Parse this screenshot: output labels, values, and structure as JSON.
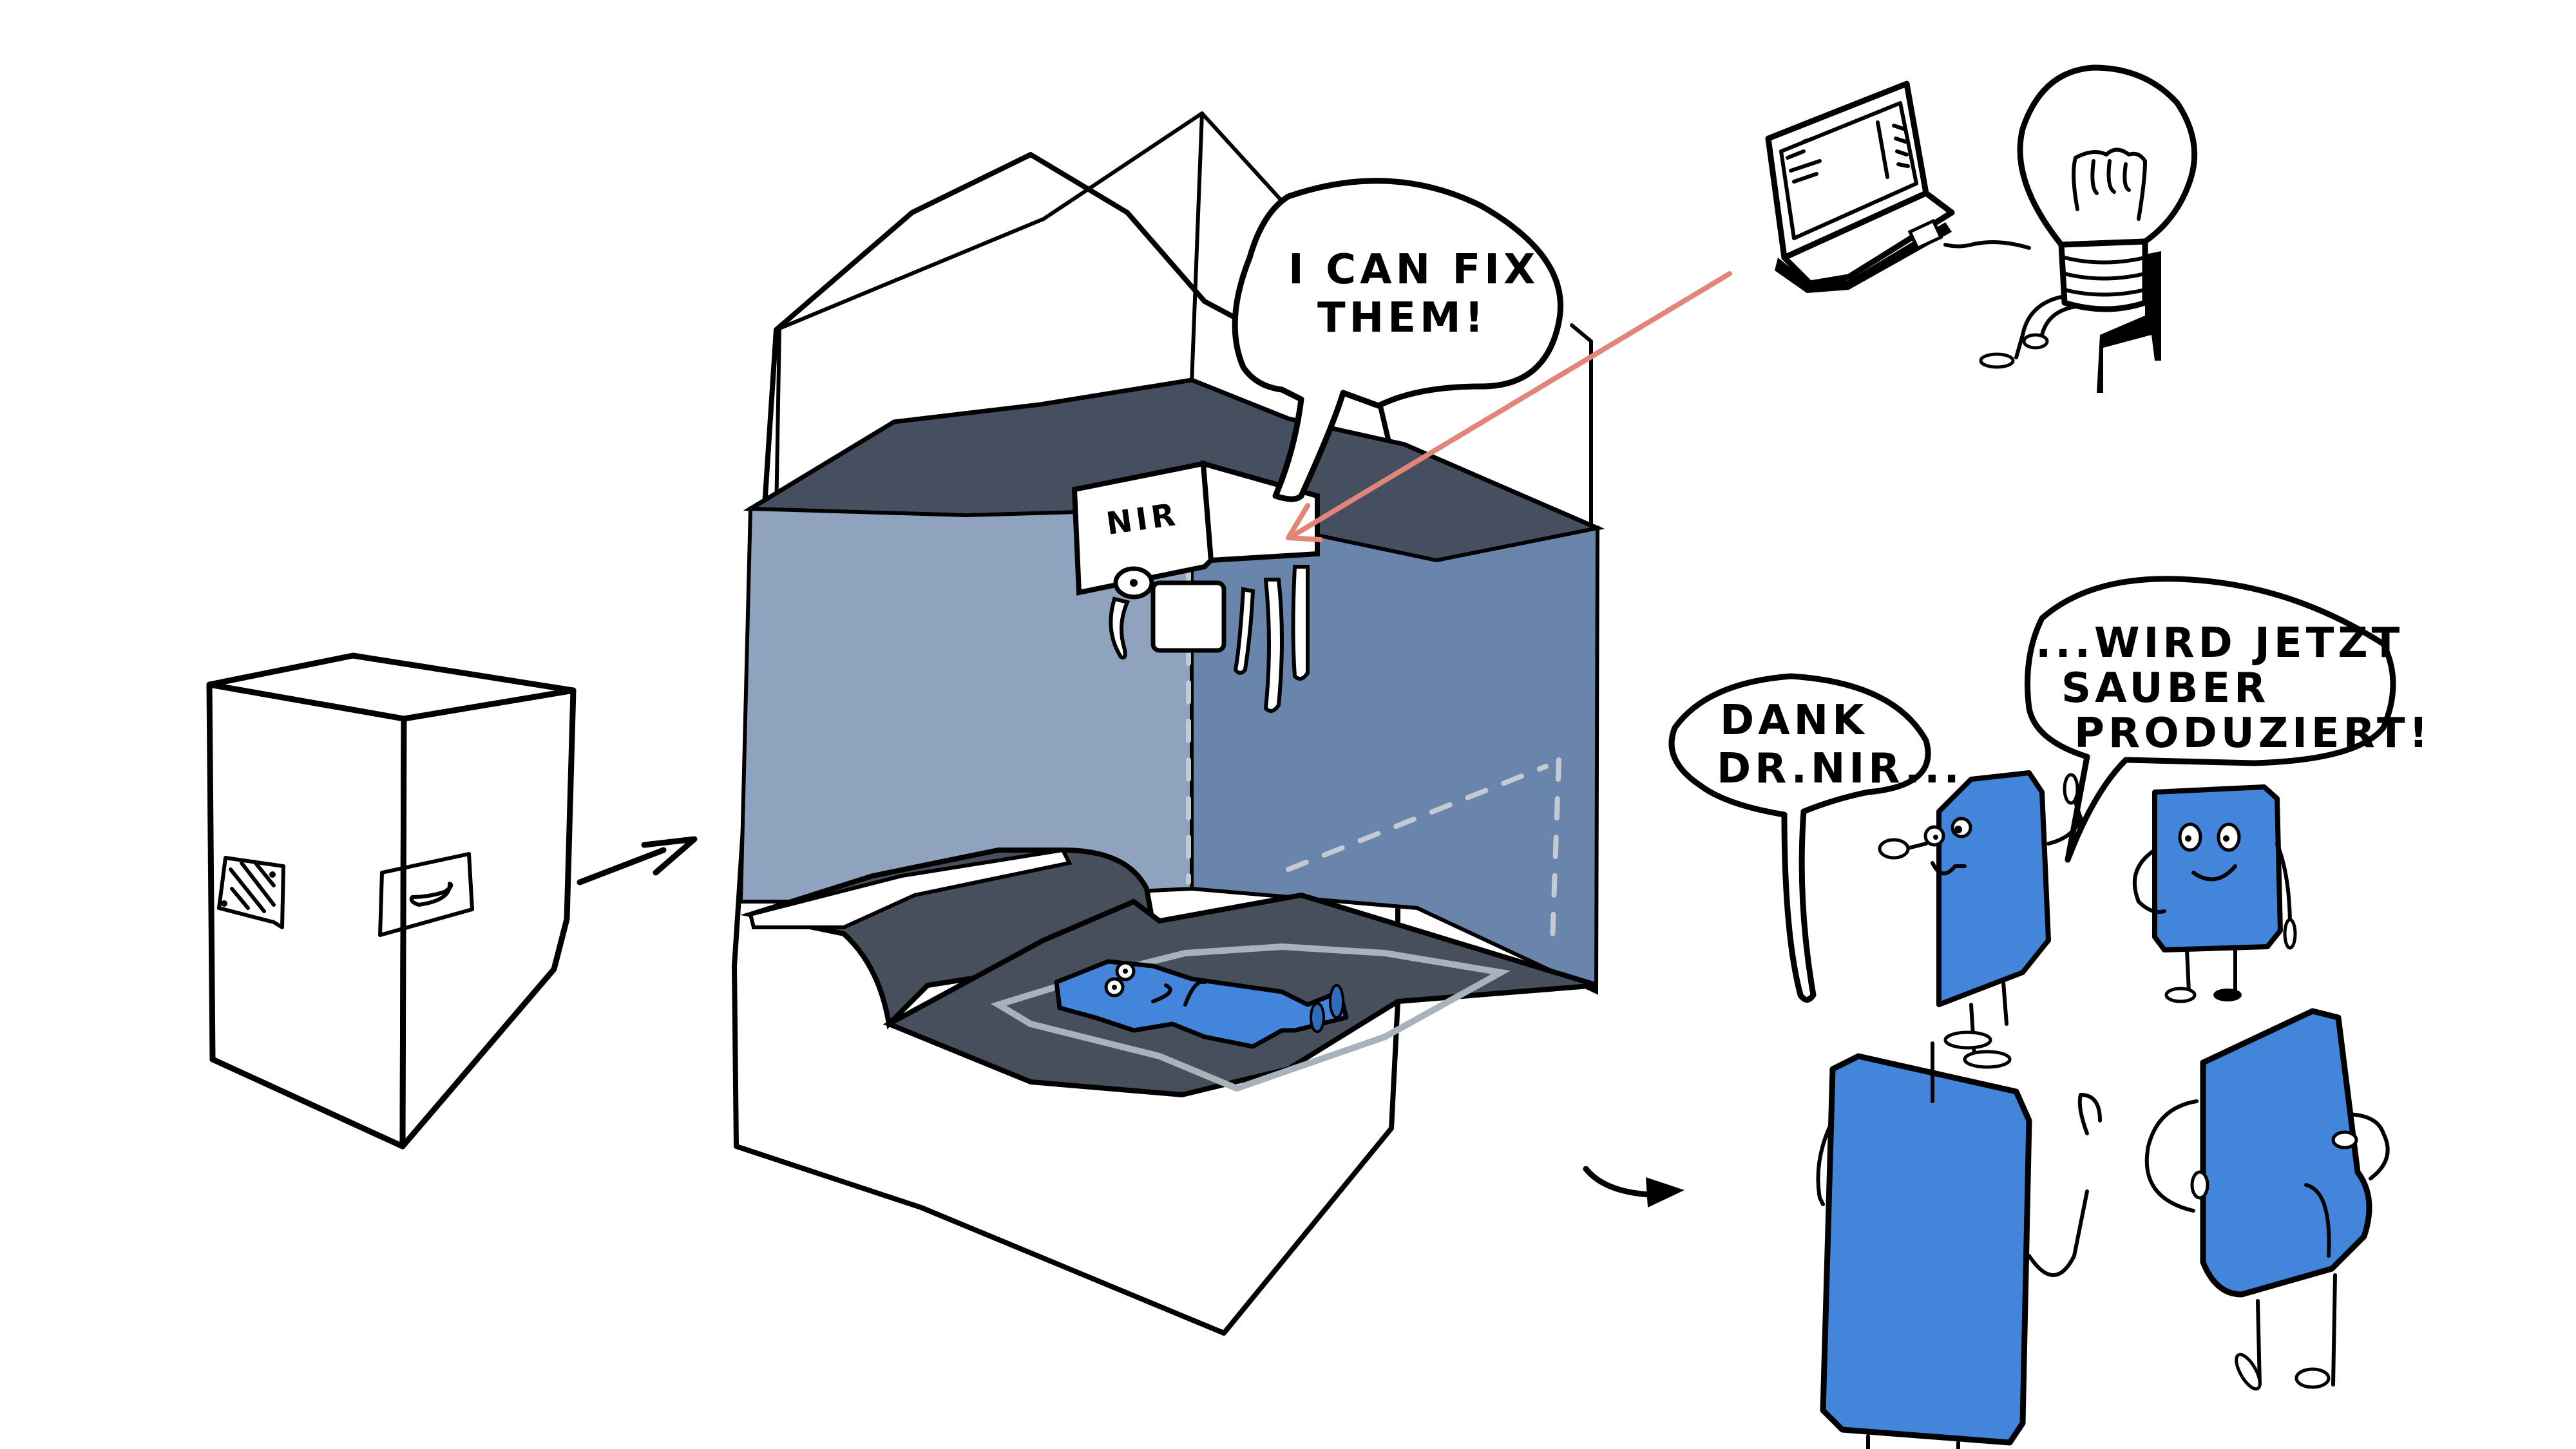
{
  "diagram": {
    "stages": [
      {
        "id": "raw-material-box",
        "description": "Plain box with vent grille and drawer (input)"
      },
      {
        "id": "production-machine",
        "description": "Open machine housing with NIR sensor above a conveyor"
      },
      {
        "id": "finished-parts",
        "description": "Happy blue parts leaving the machine"
      }
    ],
    "flow": [
      "raw-material-box",
      "production-machine",
      "finished-parts"
    ],
    "nir_sensor": {
      "label": "NIR",
      "speech": [
        "I CAN FIX",
        "THEM!"
      ]
    },
    "operator": {
      "description": "Light-bulb character working at a laptop, connected to NIR sensor by red arrow"
    },
    "parts_speech": {
      "left": [
        "DANK",
        "DR.NIR..."
      ],
      "right": [
        "...WIRD JETZT",
        "SAUBER",
        "PRODUZIERT!"
      ]
    },
    "colors": {
      "part_blue": "#4285db",
      "part_blue_dark": "#2f6bbf",
      "chamber_left_wall": "#8fa3bf",
      "chamber_right_wall": "#6a85ab",
      "chamber_ceiling": "#454f60",
      "conveyor": "#474f5c",
      "signal_arrow": "#e08578",
      "ink": "#000000",
      "paper": "#ffffff"
    }
  }
}
